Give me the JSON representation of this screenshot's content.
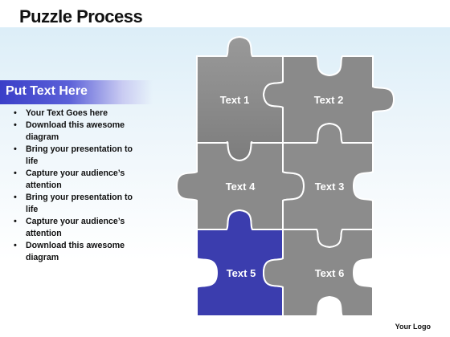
{
  "header": {
    "title": "Puzzle Process"
  },
  "sidebar": {
    "banner": "Put Text Here",
    "bullets": [
      "Your Text Goes here",
      "Download this awesome diagram",
      "Bring your presentation to life",
      "Capture your audience’s attention",
      "Bring your presentation to life",
      "Capture your audience’s attention",
      "Download this awesome diagram"
    ]
  },
  "puzzle": {
    "pieces": [
      {
        "id": "1",
        "label": "Text 1",
        "color": "#8d8d8d"
      },
      {
        "id": "2",
        "label": "Text 2",
        "color": "#8a8a8a"
      },
      {
        "id": "4",
        "label": "Text 4",
        "color": "#8a8a8a"
      },
      {
        "id": "3",
        "label": "Text 3",
        "color": "#8c8c8c"
      },
      {
        "id": "5",
        "label": "Text 5",
        "color": "#3b3dae"
      },
      {
        "id": "6",
        "label": "Text 6",
        "color": "#8a8a8a"
      }
    ]
  },
  "footer": {
    "logo": "Your Logo"
  }
}
